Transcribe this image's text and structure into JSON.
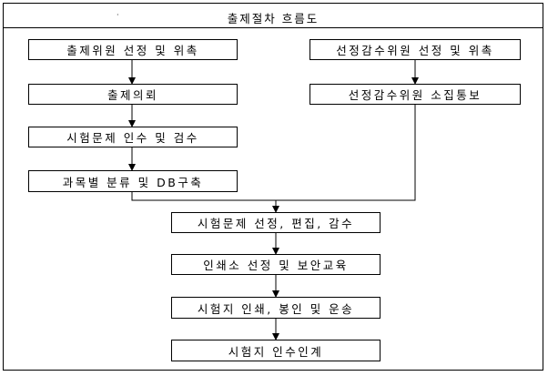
{
  "title": "출제절차 흐름도",
  "corner_mark": "·",
  "left_column": [
    "출제위원 선정 및 위촉",
    "출제의뢰",
    "시험문제 인수 및 검수",
    "과목별 분류 및 DB구축"
  ],
  "right_column": [
    "선정감수위원 선정 및 위촉",
    "선정감수위원 소집통보"
  ],
  "center_column": [
    "시험문제 선정, 편집, 감수",
    "인쇄소 선정 및 보안교육",
    "시험지 인쇄, 봉인 및 운송",
    "시험지 인수인계"
  ]
}
